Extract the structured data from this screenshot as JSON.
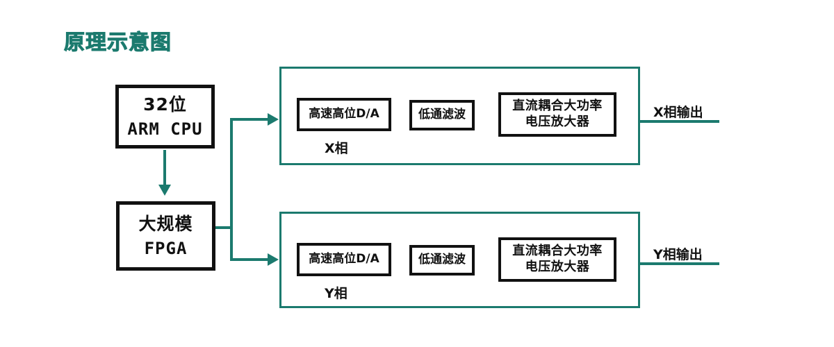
{
  "title": "原理示意图",
  "colors": {
    "accent_teal": "#1b7a6e",
    "block_border": "#111111",
    "background": "#ffffff"
  },
  "blocks": {
    "cpu": {
      "line1": "32位",
      "line2": "ARM CPU"
    },
    "fpga": {
      "line1": "大规模",
      "line2": "FPGA"
    }
  },
  "phases": [
    {
      "id": "x",
      "phase_label": "X相",
      "output_label": "X相输出",
      "stages": [
        {
          "name": "dac",
          "line1": "高速高位D/A"
        },
        {
          "name": "lowpass",
          "line1": "低通滤波"
        },
        {
          "name": "amplifier",
          "line1": "直流耦合大功率",
          "line2": "电压放大器"
        }
      ]
    },
    {
      "id": "y",
      "phase_label": "Y相",
      "output_label": "Y相输出",
      "stages": [
        {
          "name": "dac",
          "line1": "高速高位D/A"
        },
        {
          "name": "lowpass",
          "line1": "低通滤波"
        },
        {
          "name": "amplifier",
          "line1": "直流耦合大功率",
          "line2": "电压放大器"
        }
      ]
    }
  ]
}
